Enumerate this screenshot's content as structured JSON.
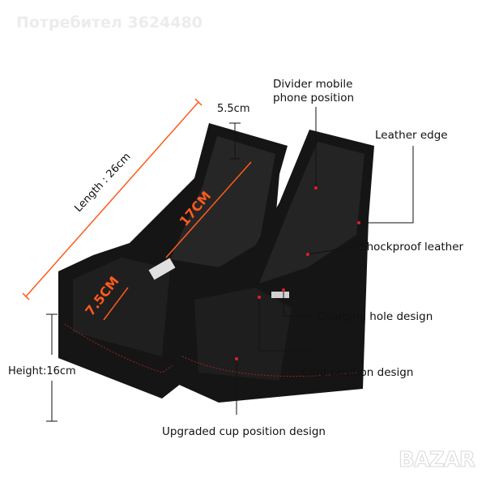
{
  "watermark": "Потребител 3624480",
  "logo": "BAZAR",
  "labels": {
    "divider_line1": "Divider mobile",
    "divider_line2": "phone position",
    "leather_edge": "Leather edge",
    "shockproof": "Shockproof leather",
    "charging": "Charging hole design",
    "card": "Card position design",
    "cup": "Upgraded cup position design"
  },
  "dimensions": {
    "depth": "5.5cm",
    "length": "Length : 26cm",
    "height": "Height:16cm",
    "inner_long": "17CM",
    "inner_short": "7.5CM"
  },
  "colors": {
    "accent": "#ff5a1a",
    "product": "#141414",
    "stitch": "#b02020"
  }
}
